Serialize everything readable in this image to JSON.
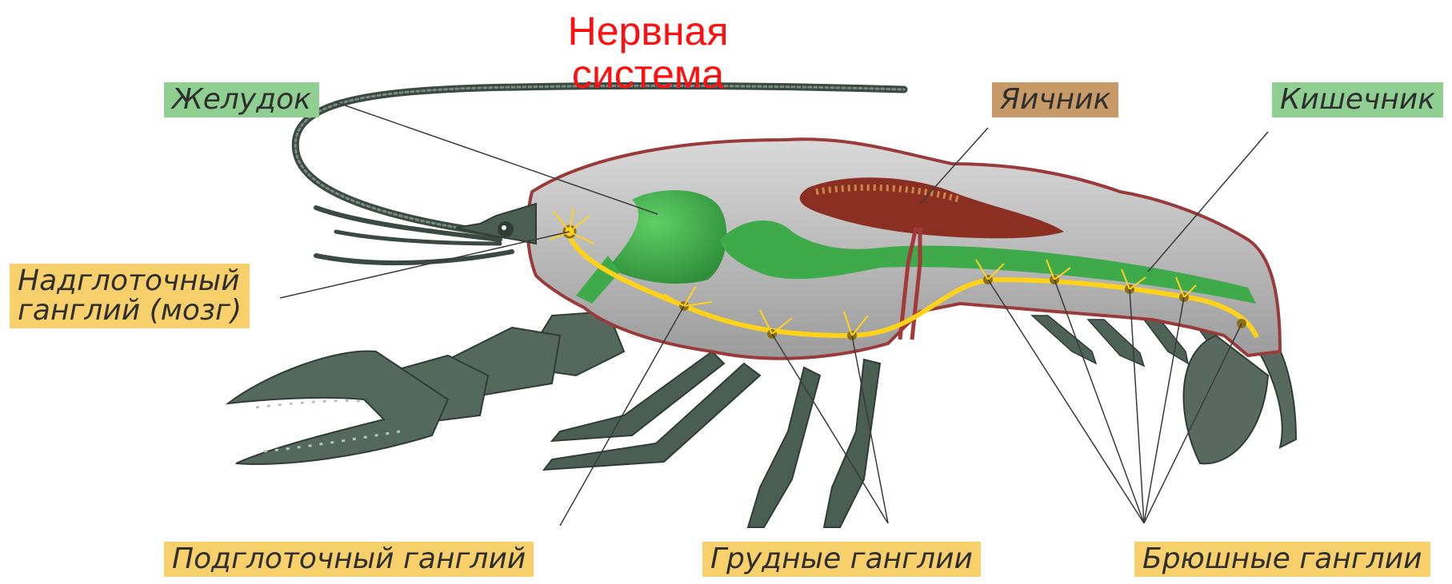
{
  "title_lines": [
    "Нервная",
    "система"
  ],
  "labels": {
    "stomach": "Желудок",
    "ovary": "Яичник",
    "intestine": "Кишечник",
    "supraesophageal_line1": "Надглоточный",
    "supraesophageal_line2": "ганглий (мозг)",
    "subesophageal": "Подглоточный ганглий",
    "thoracic": "Грудные ганглии",
    "abdominal": "Брюшные ганглии"
  },
  "colors": {
    "title": "#ff1010",
    "label_green": "#8fcf92",
    "label_brown": "#c89a68",
    "label_yellow": "#f7cf6b",
    "body": "#bdbdbd",
    "shell_outline": "#9a3a3a",
    "limbs": "#4a5e54",
    "digestive": "#3faa4a",
    "nerve": "#ffd21a",
    "ovary": "#8b2f22"
  }
}
